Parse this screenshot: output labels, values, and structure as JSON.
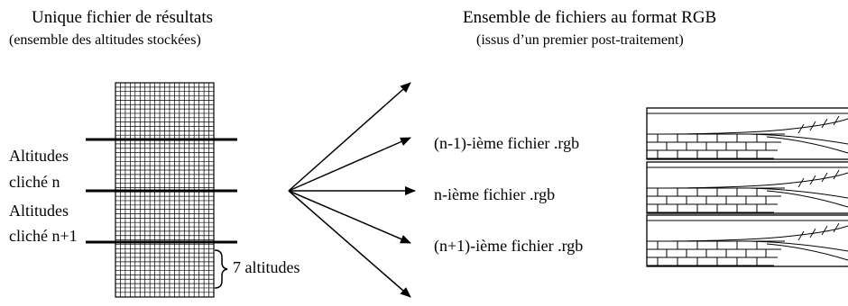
{
  "left_block": {
    "title": "Unique fichier de résultats",
    "subtitle": "(ensemble des altitudes stockées)",
    "label_n_line1": "Altitudes",
    "label_n_line2": "cliché n",
    "label_n1_line1": "Altitudes",
    "label_n1_line2": "cliché n+1",
    "brace_label": "7 altitudes"
  },
  "right_block": {
    "title": "Ensemble de fichiers au format RGB",
    "subtitle": "(issus d’un premier post-traitement)",
    "files": [
      {
        "label": "(n-1)-ième fichier .rgb"
      },
      {
        "label": "n-ième fichier .rgb"
      },
      {
        "label": "(n+1)-ième fichier .rgb"
      }
    ]
  }
}
